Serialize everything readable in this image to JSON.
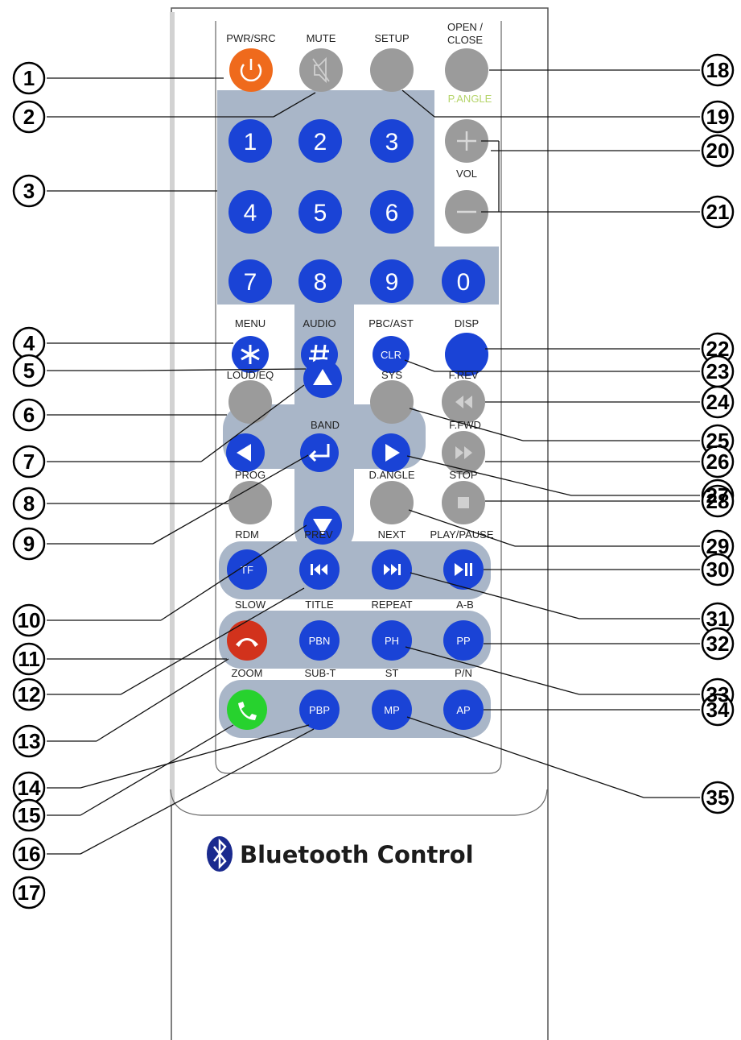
{
  "callout_numbers": [
    "1",
    "2",
    "3",
    "4",
    "5",
    "6",
    "7",
    "8",
    "9",
    "10",
    "11",
    "12",
    "13",
    "14",
    "15",
    "16",
    "17",
    "18",
    "19",
    "20",
    "21",
    "22",
    "23",
    "24",
    "25",
    "26",
    "27",
    "28",
    "29",
    "30",
    "31",
    "32",
    "33",
    "34",
    "35"
  ],
  "top_labels": {
    "pwr": "PWR/SRC",
    "mute": "MUTE",
    "setup": "SETUP",
    "open_line1": "OPEN /",
    "open_line2": "CLOSE",
    "p_angle": "P.ANGLE",
    "vol": "VOL"
  },
  "digits": [
    "1",
    "2",
    "3",
    "4",
    "5",
    "6",
    "7",
    "8",
    "9",
    "0"
  ],
  "mid_labels": {
    "menu": "MENU",
    "audio": "AUDIO",
    "pbc": "PBC/AST",
    "clr": "CLR",
    "disp": "DISP",
    "loud": "LOUD/EQ",
    "sys": "SYS",
    "frev": "F.REV",
    "band": "BAND",
    "ffwd": "F.FWD",
    "prog": "PROG",
    "dangle": "D.ANGLE",
    "stop": "STOP"
  },
  "row_labels": {
    "rdm": "RDM",
    "prev": "PREV",
    "next": "NEXT",
    "playpause": "PLAY/PAUSE",
    "slow": "SLOW",
    "title": "TITLE",
    "repeat": "REPEAT",
    "ab": "A-B",
    "zoom": "ZOOM",
    "subt": "SUB-T",
    "st": "ST",
    "pn": "P/N"
  },
  "button_text": {
    "tf": "TF",
    "pbn": "PBN",
    "ph": "PH",
    "pp": "PP",
    "pbp": "PBP",
    "mp": "MP",
    "ap": "AP"
  },
  "brand_text": "Bluetooth Control",
  "colors": {
    "blue": "#1a43d6",
    "gray": "#9b9b9b",
    "orange": "#ef6a1c",
    "red": "#d2321c",
    "green": "#27d22e",
    "panel": "#a9b6c8"
  }
}
